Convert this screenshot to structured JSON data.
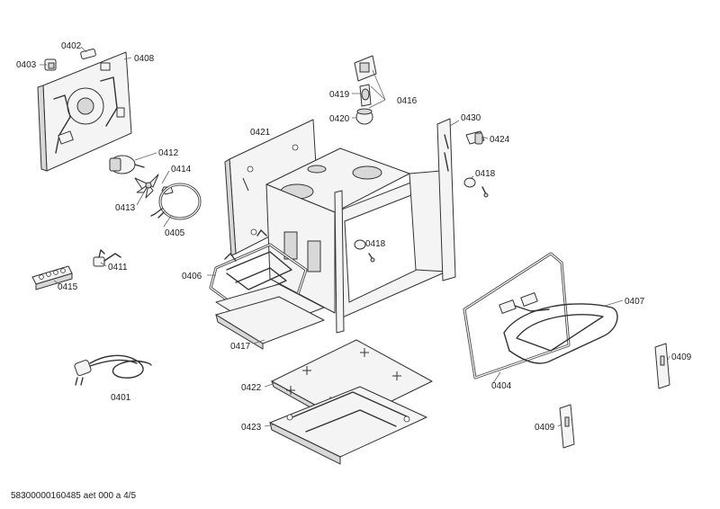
{
  "parts": [
    {
      "id": "0401"
    },
    {
      "id": "0402"
    },
    {
      "id": "0403"
    },
    {
      "id": "0404"
    },
    {
      "id": "0405"
    },
    {
      "id": "0406"
    },
    {
      "id": "0407"
    },
    {
      "id": "0408"
    },
    {
      "id": "0409"
    },
    {
      "id": "0409"
    },
    {
      "id": "0411"
    },
    {
      "id": "0412"
    },
    {
      "id": "0413"
    },
    {
      "id": "0414"
    },
    {
      "id": "0415"
    },
    {
      "id": "0416"
    },
    {
      "id": "0417"
    },
    {
      "id": "0418"
    },
    {
      "id": "0418"
    },
    {
      "id": "0419"
    },
    {
      "id": "0420"
    },
    {
      "id": "0421"
    },
    {
      "id": "0422"
    },
    {
      "id": "0423"
    },
    {
      "id": "0424"
    },
    {
      "id": "0430"
    }
  ],
  "footer": {
    "text": "58300000160485 aet 000 a 4/5"
  }
}
